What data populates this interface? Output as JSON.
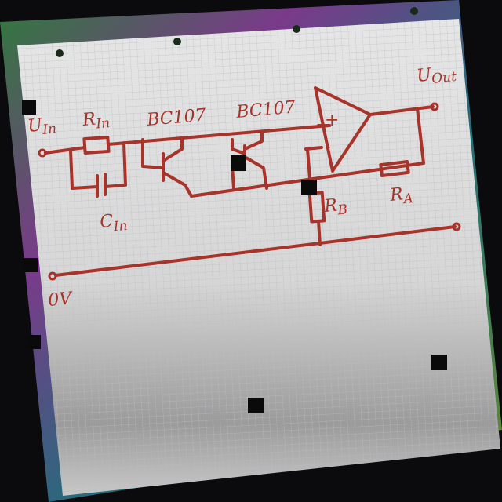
{
  "diagram": {
    "labels": {
      "u_in": "U",
      "u_in_sub": "In",
      "r_in": "R",
      "r_in_sub": "In",
      "transistor1": "BC107",
      "transistor2": "BC107",
      "c_in": "C",
      "c_in_sub": "In",
      "opamp_plus": "+",
      "opamp_minus": "-",
      "u_out": "U",
      "u_out_sub": "Out",
      "r_b": "R",
      "r_b_sub": "B",
      "r_a": "R",
      "r_a_sub": "A",
      "ground": "0V"
    }
  },
  "colors": {
    "ink": "#a8332a",
    "paper": "#dcdcdc",
    "border_noise": "#2e6b3a"
  }
}
